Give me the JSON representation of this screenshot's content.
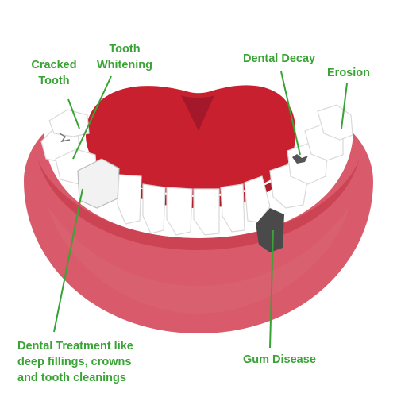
{
  "colors": {
    "label_green": "#3aa335",
    "leader_green": "#3aa335",
    "gum_outer": "#d95a6a",
    "gum_inner": "#cc4453",
    "tongue": "#c8202f",
    "tongue_shadow": "#a3182a",
    "tooth": "#ffffff",
    "tooth_edge": "#d9d9d9",
    "decay": "#555555",
    "disease": "#4a4a4a"
  },
  "labels": {
    "cracked_tooth": [
      "Cracked",
      "Tooth"
    ],
    "tooth_whitening": [
      "Tooth",
      "Whitening"
    ],
    "dental_decay": [
      "Dental Decay"
    ],
    "erosion": [
      "Erosion"
    ],
    "dental_treatment": [
      "Dental Treatment like",
      "deep fillings, crowns",
      "and tooth cleanings"
    ],
    "gum_disease": [
      "Gum Disease"
    ]
  }
}
